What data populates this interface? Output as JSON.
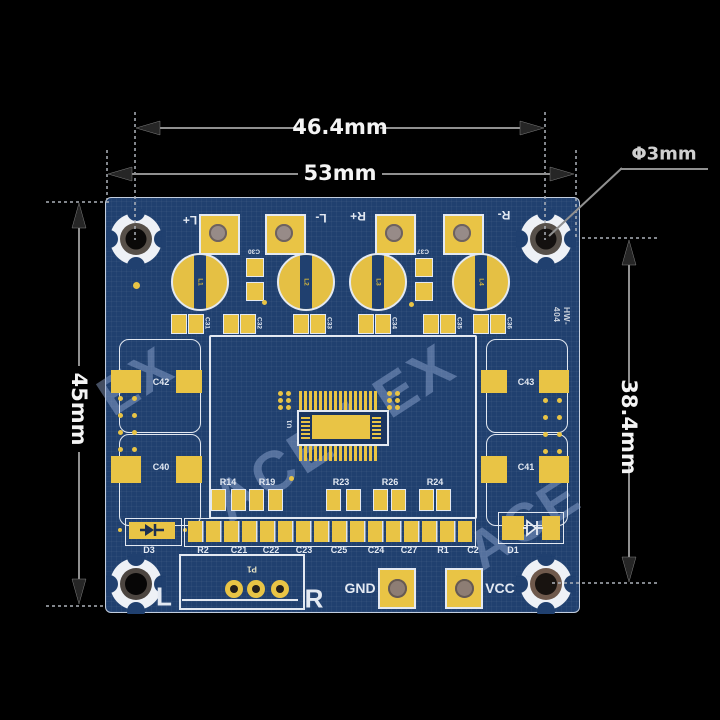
{
  "dimensions": {
    "width_holes": "46.4mm",
    "width_board": "53mm",
    "height_board": "45mm",
    "height_holes": "38.4mm",
    "hole_diameter": "Φ3mm"
  },
  "board": {
    "model": "HW-404",
    "watermarks": {
      "left": "EX",
      "center": "ACE-LEX",
      "right": "ACE"
    },
    "output_pads": [
      {
        "label": "L+"
      },
      {
        "label": "L-"
      },
      {
        "label": "R+"
      },
      {
        "label": "R-"
      }
    ],
    "inductors": [
      {
        "ref": "L1"
      },
      {
        "ref": "L2"
      },
      {
        "ref": "L3"
      },
      {
        "ref": "L4"
      }
    ],
    "top_caps": [
      {
        "ref": "C30"
      },
      {
        "ref": "C37"
      }
    ],
    "mid_caps": [
      {
        "ref": "C31"
      },
      {
        "ref": "C32"
      },
      {
        "ref": "C33"
      },
      {
        "ref": "C34"
      },
      {
        "ref": "C35"
      },
      {
        "ref": "C36"
      }
    ],
    "ic": {
      "ref": "U1"
    },
    "side_caps": {
      "left": [
        {
          "ref": "C42"
        },
        {
          "ref": "C40"
        }
      ],
      "right": [
        {
          "ref": "C43"
        },
        {
          "ref": "C41"
        }
      ]
    },
    "resistors": [
      {
        "ref": "R14"
      },
      {
        "ref": "R19"
      },
      {
        "ref": "R23"
      },
      {
        "ref": "R26"
      },
      {
        "ref": "R24"
      }
    ],
    "bottom_components": [
      {
        "ref": "D3"
      },
      {
        "ref": "R2"
      },
      {
        "ref": "C21"
      },
      {
        "ref": "C22"
      },
      {
        "ref": "C23"
      },
      {
        "ref": "C25"
      },
      {
        "ref": "C24"
      },
      {
        "ref": "C27"
      },
      {
        "ref": "R1"
      },
      {
        "ref": "C2"
      },
      {
        "ref": "D1"
      }
    ],
    "audio_input": {
      "ref": "P1",
      "left_channel": "L",
      "right_channel": "R"
    },
    "power": {
      "ground": "GND",
      "supply": "VCC"
    }
  },
  "colors": {
    "background": "#000000",
    "board": "#20406f",
    "pad": "#e9c445",
    "silkscreen": "#e3e9f2",
    "dimension_line": "#909090",
    "dimension_text": "#f4f4f4",
    "watermark": "#96add8"
  }
}
